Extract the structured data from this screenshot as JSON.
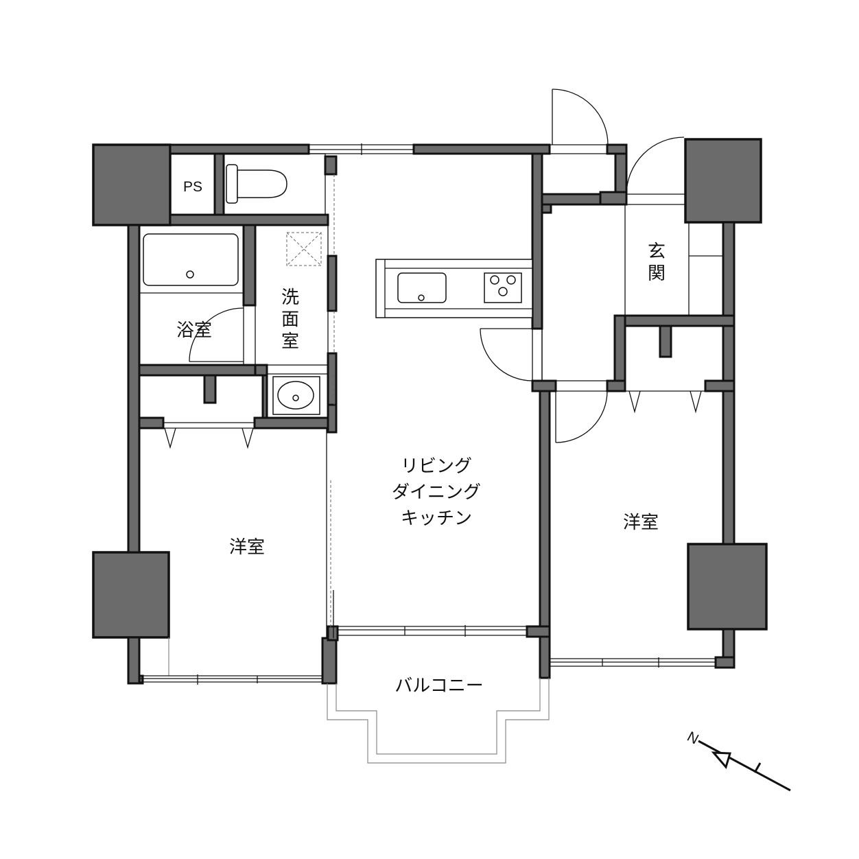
{
  "rooms": {
    "ps": "PS",
    "bath": "浴室",
    "washroom": "洗面室",
    "entrance": "玄関",
    "ldk_line1": "リビング",
    "ldk_line2": "ダイニング",
    "ldk_line3": "キッチン",
    "western_left": "洋室",
    "western_right": "洋室",
    "balcony": "バルコニー"
  },
  "compass": {
    "north_label": "N"
  },
  "colors": {
    "wall": "#6b6b6b",
    "line": "#111111",
    "background": "#ffffff"
  }
}
